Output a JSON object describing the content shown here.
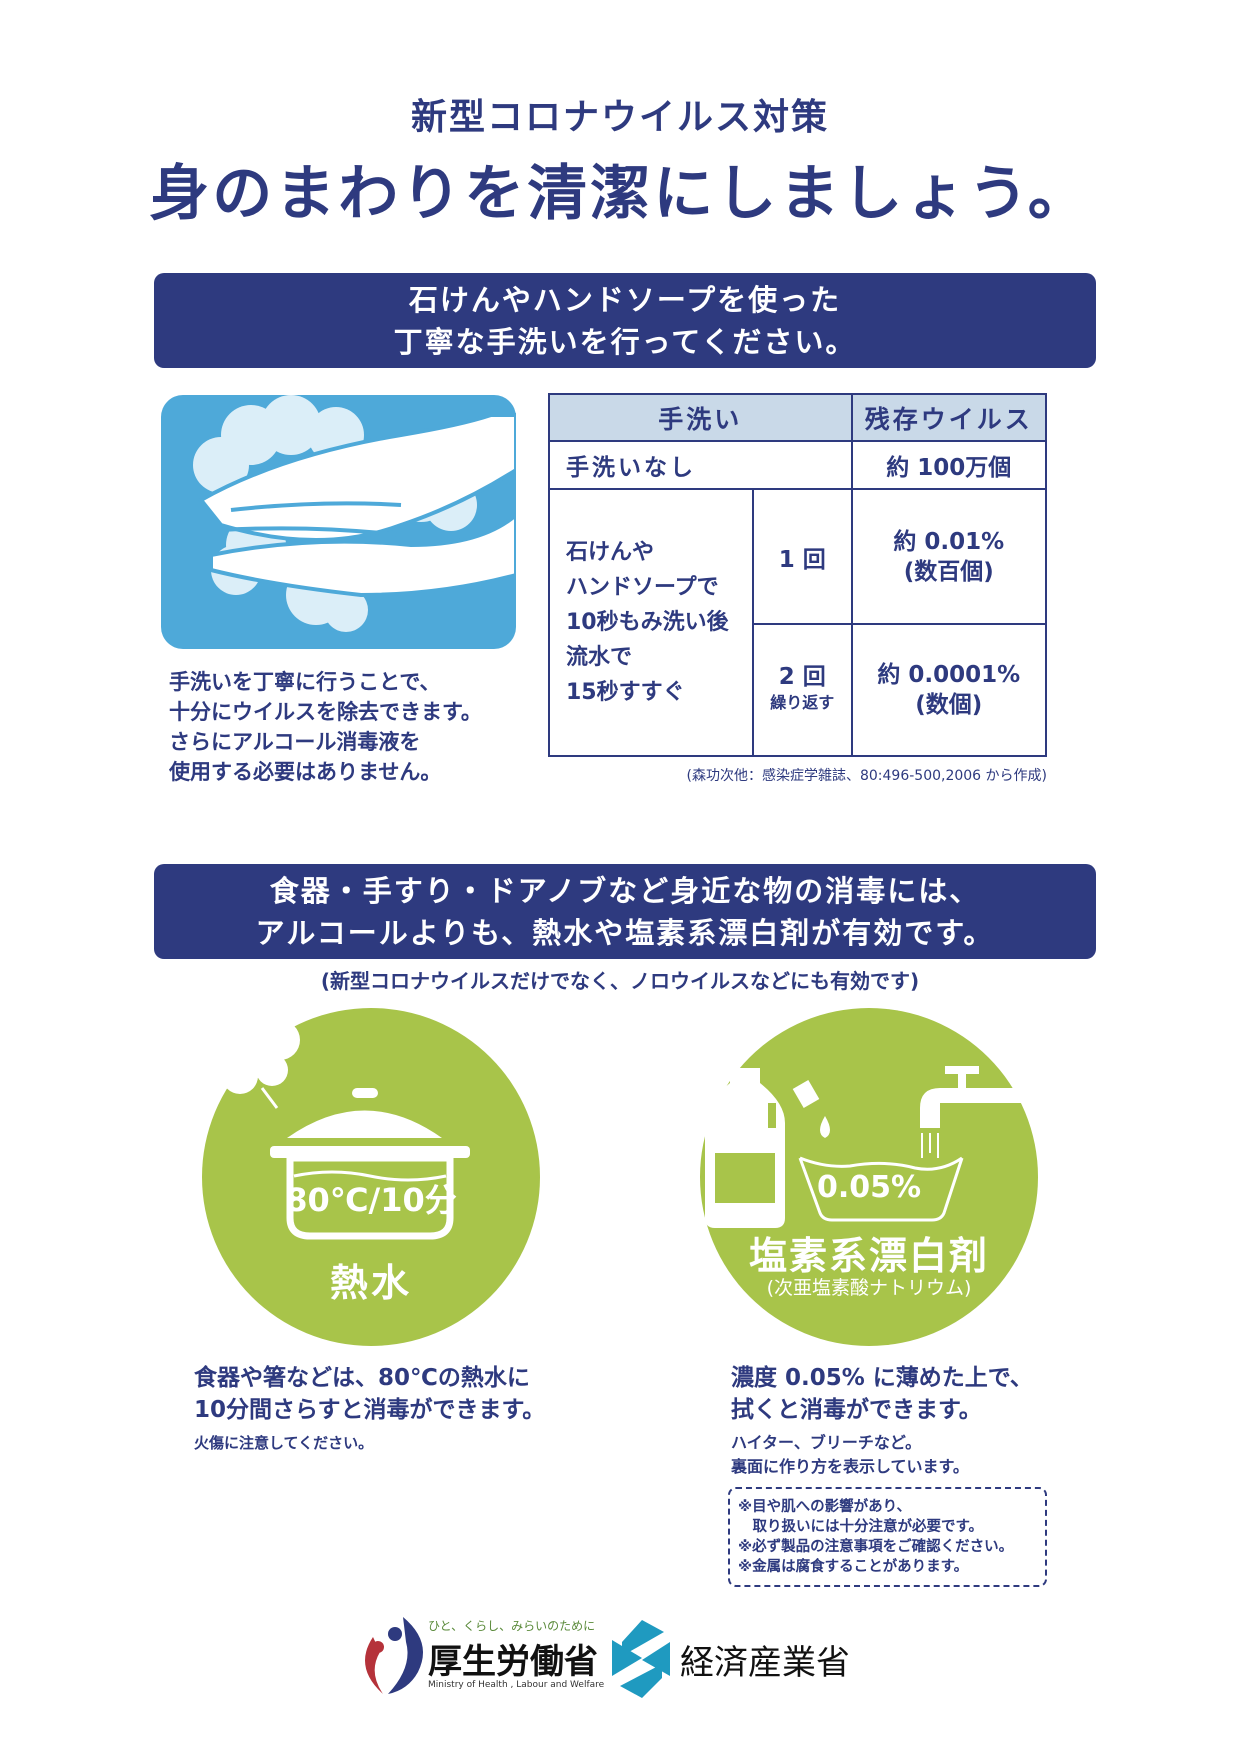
{
  "header": {
    "subtitle": "新型コロナウイルス対策",
    "title": "身のまわりを清潔にしましょう。"
  },
  "section1": {
    "banner": [
      "石けんやハンドソープを使った",
      "丁寧な手洗いを行ってください。"
    ],
    "caption": [
      "手洗いを丁寧に行うことで、",
      "十分にウイルスを除去できます。",
      "さらにアルコール消毒液を",
      "使用する必要はありません。"
    ],
    "table": {
      "headers": [
        "手洗い",
        "残存ウイルス"
      ],
      "row_none": {
        "label": "手洗いなし",
        "value": "約 100万個"
      },
      "method": [
        "石けんや",
        "ハンドソープで",
        "10秒もみ洗い後",
        "流水で",
        "15秒すすぐ"
      ],
      "once": {
        "count": "1 回",
        "value": "約 0.01%",
        "detail": "(数百個)"
      },
      "twice": {
        "count": "2 回",
        "note": "繰り返す",
        "value": "約 0.0001%",
        "detail": "(数個)"
      }
    },
    "citation": "(森功次他：感染症学雑誌、80:496-500,2006 から作成)"
  },
  "section2": {
    "banner": [
      "食器・手すり・ドアノブなど身近な物の消毒には、",
      "アルコールよりも、熱水や塩素系漂白剤が有効です。"
    ],
    "note": "(新型コロナウイルスだけでなく、ノロウイルスなどにも有効です)",
    "hot_water": {
      "temp": "80℃/10分",
      "label": "熱水",
      "text": [
        "食器や箸などは、80℃の熱水に",
        "10分間さらすと消毒ができます。"
      ],
      "small": "火傷に注意してください。"
    },
    "bleach": {
      "concentration": "0.05%",
      "label": "塩素系漂白剤",
      "sublabel": "(次亜塩素酸ナトリウム)",
      "text": [
        "濃度 0.05% に薄めた上で、",
        "拭くと消毒ができます。"
      ],
      "small": [
        "ハイター、ブリーチなど。",
        "裏面に作り方を表示しています。"
      ],
      "cautions": [
        "※目や肌への影響があり、",
        "　取り扱いには十分注意が必要です。",
        "※必ず製品の注意事項をご確認ください。",
        "※金属は腐食することがあります。"
      ]
    }
  },
  "footer": {
    "mhlw": {
      "tagline": "ひと、くらし、みらいのために",
      "name": "厚生労働省",
      "english": "Ministry of Health , Labour and Welfare"
    },
    "meti": {
      "name": "経済産業省"
    }
  },
  "colors": {
    "navy": "#2e3a7f",
    "green": "#a8c44a",
    "header_blue": "#c9d9e8",
    "hand_bg": "#4ea9d9",
    "meti_teal": "#1f9ac0",
    "mhlw_red": "#b5323a"
  }
}
